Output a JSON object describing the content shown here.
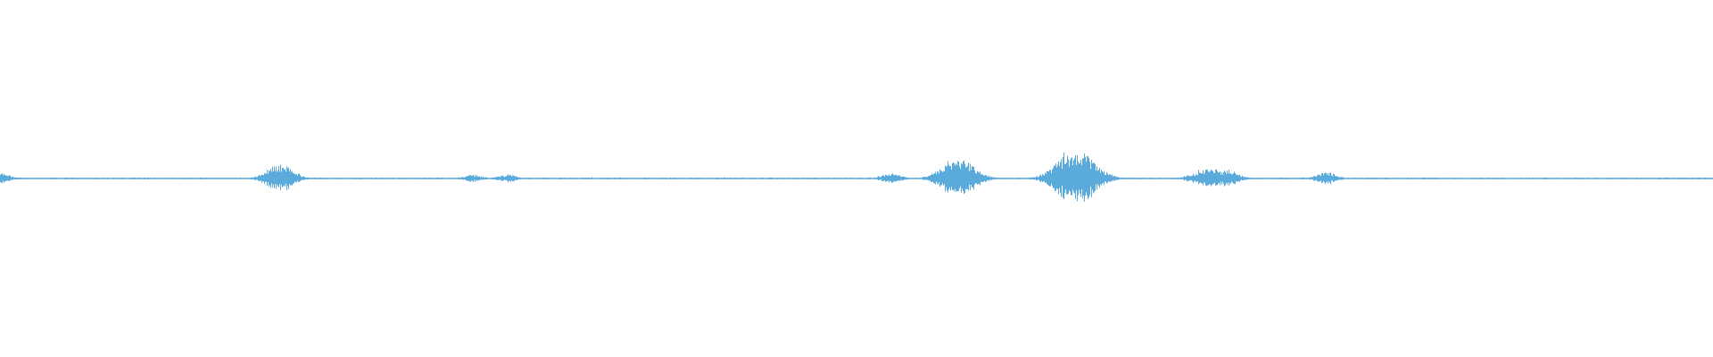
{
  "waveform": {
    "color": "#5aaadc",
    "background": "#ffffff",
    "baseline_amplitude": 0.004,
    "noise_amplitude": 0.006,
    "events": [
      {
        "position": 0.0,
        "amplitude": 0.03
      },
      {
        "position": 0.163,
        "amplitude": 0.08
      },
      {
        "position": 0.276,
        "amplitude": 0.02
      },
      {
        "position": 0.296,
        "amplitude": 0.022
      },
      {
        "position": 0.52,
        "amplitude": 0.028
      },
      {
        "position": 0.559,
        "amplitude": 0.12
      },
      {
        "position": 0.628,
        "amplitude": 0.16
      },
      {
        "position": 0.697,
        "amplitude": 0.025
      },
      {
        "position": 0.706,
        "amplitude": 0.06
      },
      {
        "position": 0.716,
        "amplitude": 0.05
      },
      {
        "position": 0.774,
        "amplitude": 0.035
      }
    ]
  }
}
